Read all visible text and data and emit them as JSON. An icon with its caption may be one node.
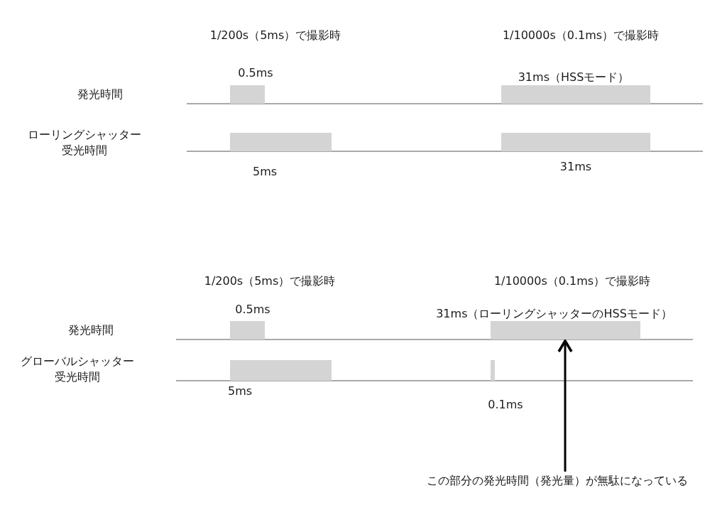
{
  "diagram": {
    "nodes": [
      {
        "text": [
          "この部分の発光時間（発光量）が無駄になっている"
        ]
      },
      {
        "text": [],
        "shape": "bar",
        "beside": [
          "31ms（ローリングシャッターのHSSモード）"
        ]
      }
    ],
    "edges": [
      {
        "from": 0,
        "to": 1,
        "arrow": "to"
      }
    ],
    "labels": [
      "1/200s（5ms）で撮影時",
      "1/10000s（0.1ms）で撮影時",
      "0.5ms",
      "31ms（HSSモード）",
      "発光時間",
      "ローリングシャッター受光時間",
      "5ms",
      "31ms",
      "1/200s（5ms）で撮影時",
      "1/10000s（0.1ms）で撮影時",
      "0.5ms",
      "発光時間",
      "グローバルシャッター受光時間",
      "5ms",
      "0.1ms"
    ]
  }
}
